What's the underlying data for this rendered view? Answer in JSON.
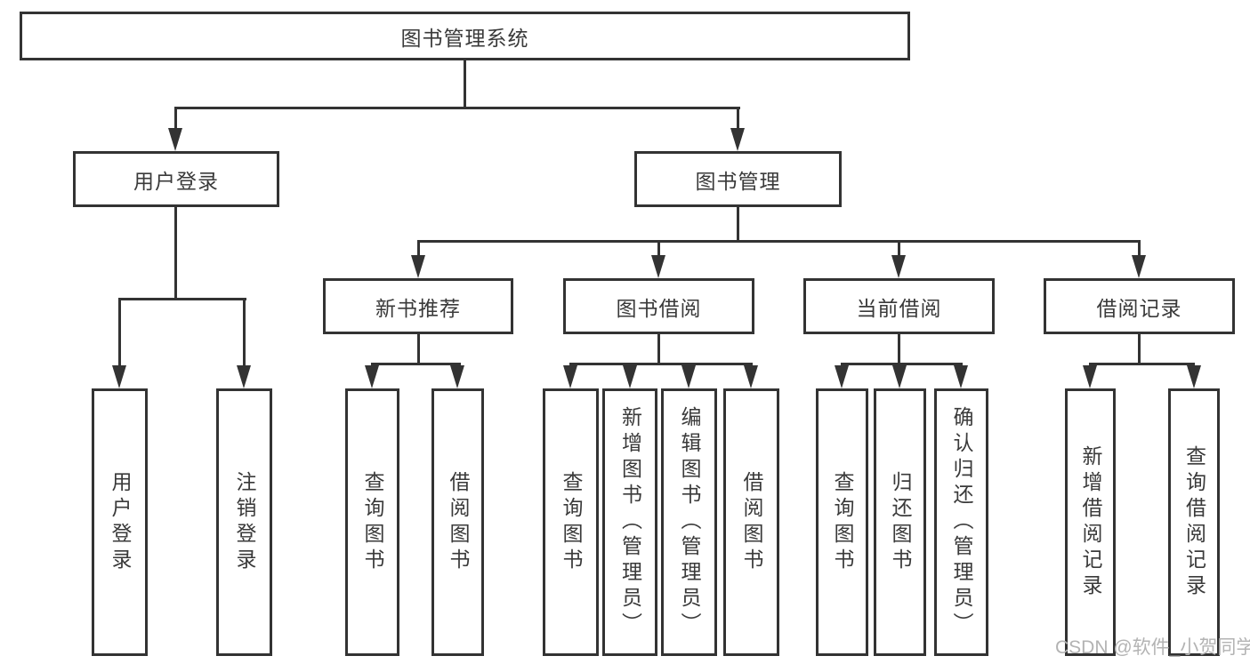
{
  "diagram": {
    "root": {
      "label": "图书管理系统",
      "children": [
        {
          "label": "用户登录",
          "children": [
            {
              "label": "用户登录"
            },
            {
              "label": "注销登录"
            }
          ]
        },
        {
          "label": "图书管理",
          "children": [
            {
              "label": "新书推荐",
              "children": [
                {
                  "label": "查询图书"
                },
                {
                  "label": "借阅图书"
                }
              ]
            },
            {
              "label": "图书借阅",
              "children": [
                {
                  "label": "查询图书"
                },
                {
                  "label": "新增图书（管理员）"
                },
                {
                  "label": "编辑图书（管理员）"
                },
                {
                  "label": "借阅图书"
                }
              ]
            },
            {
              "label": "当前借阅",
              "children": [
                {
                  "label": "查询图书"
                },
                {
                  "label": "归还图书"
                },
                {
                  "label": "确认归还（管理员）"
                }
              ]
            },
            {
              "label": "借阅记录",
              "children": [
                {
                  "label": "新增借阅记录"
                },
                {
                  "label": "查询借阅记录"
                }
              ]
            }
          ]
        }
      ]
    }
  },
  "watermark": {
    "text": "CSDN @软件_小贺同学"
  },
  "colors": {
    "line": "#333333",
    "text": "#3a3a3a",
    "watermark": "#b3b3b3",
    "background": "#ffffff"
  }
}
